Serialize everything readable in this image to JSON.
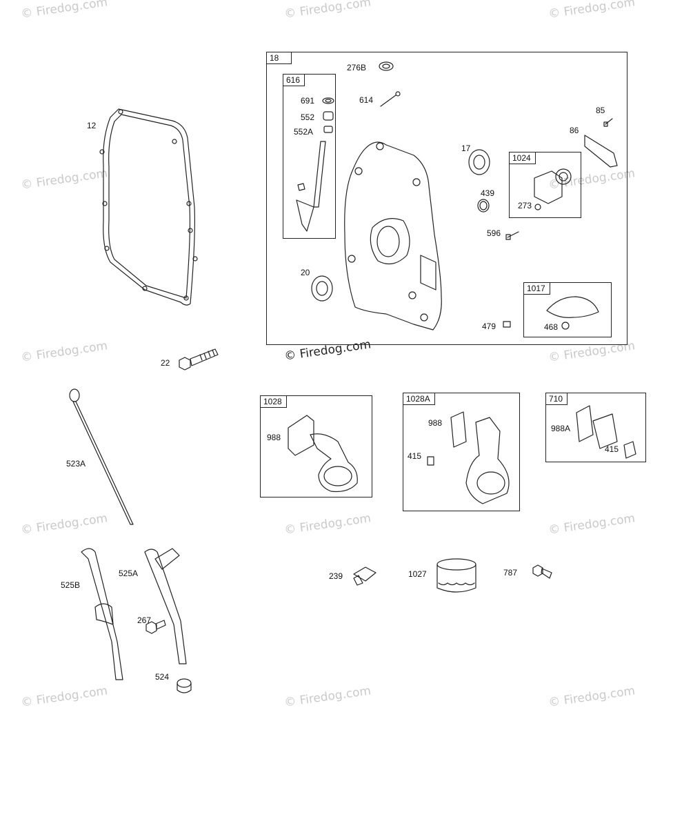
{
  "watermark": "© Firedog.com",
  "main_watermark": "© Firedog.com",
  "boxes": {
    "b18": "18",
    "b616": "616",
    "b1024": "1024",
    "b1017": "1017",
    "b1028": "1028",
    "b1028a": "1028A",
    "b710": "710"
  },
  "parts": {
    "p12": "12",
    "p22": "22",
    "p523a": "523A",
    "p525b": "525B",
    "p525a": "525A",
    "p267": "267",
    "p524": "524",
    "p276b": "276B",
    "p614": "614",
    "p691": "691",
    "p552": "552",
    "p552a": "552A",
    "p17": "17",
    "p85": "85",
    "p86": "86",
    "p439": "439",
    "p273": "273",
    "p596": "596",
    "p20": "20",
    "p479": "479",
    "p468": "468",
    "p988_1028": "988",
    "p988_1028a": "988",
    "p415_1028a": "415",
    "p988a": "988A",
    "p415_710": "415",
    "p239": "239",
    "p1027": "1027",
    "p787": "787"
  }
}
